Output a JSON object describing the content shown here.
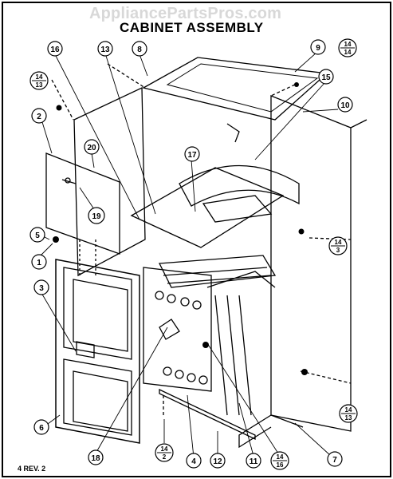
{
  "watermark": "AppliancePartsPros.com",
  "title": "CABINET ASSEMBLY",
  "revision": "4 REV. 2",
  "callouts": {
    "c1": "1",
    "c2": "2",
    "c3": "3",
    "c4": "4",
    "c5": "5",
    "c6": "6",
    "c7": "7",
    "c8": "8",
    "c9": "9",
    "c10": "10",
    "c11": "11",
    "c12": "12",
    "c13": "13",
    "c15": "15",
    "c16": "16",
    "c17": "17",
    "c18": "18",
    "c19": "19",
    "c20": "20"
  },
  "fraction_callouts": {
    "f_14_14": [
      "14",
      "14"
    ],
    "f_14_13_top": [
      "14",
      "13"
    ],
    "f_14_3": [
      "14",
      "3"
    ],
    "f_14_13_bottom": [
      "14",
      "13"
    ],
    "f_14_2": [
      "14",
      "2"
    ],
    "f_14_16": [
      "14",
      "16"
    ]
  }
}
